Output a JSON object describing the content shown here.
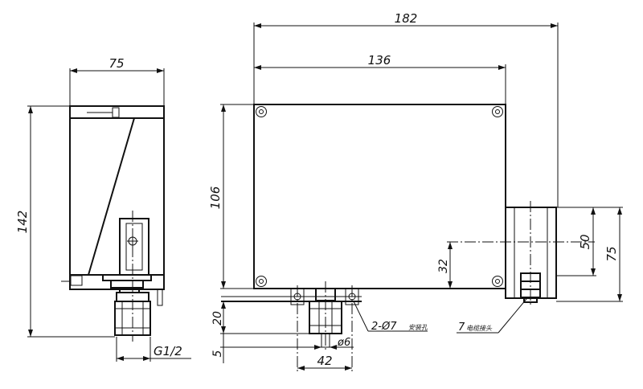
{
  "dimensions": {
    "side_width": "75",
    "side_height": "142",
    "thread": "G1/2",
    "total_width": "182",
    "box_width": "136",
    "box_height": "106",
    "offset_32": "32",
    "offset_20": "20",
    "offset_5": "5",
    "spacing_42": "42",
    "bore": "ø6",
    "gland_height_50": "50",
    "gland_height_75": "75"
  },
  "callouts": {
    "mounting_holes": "2-Ø7",
    "mounting_holes_note": "安装孔",
    "cable_gland": "7",
    "cable_gland_note": "电缆接头"
  }
}
